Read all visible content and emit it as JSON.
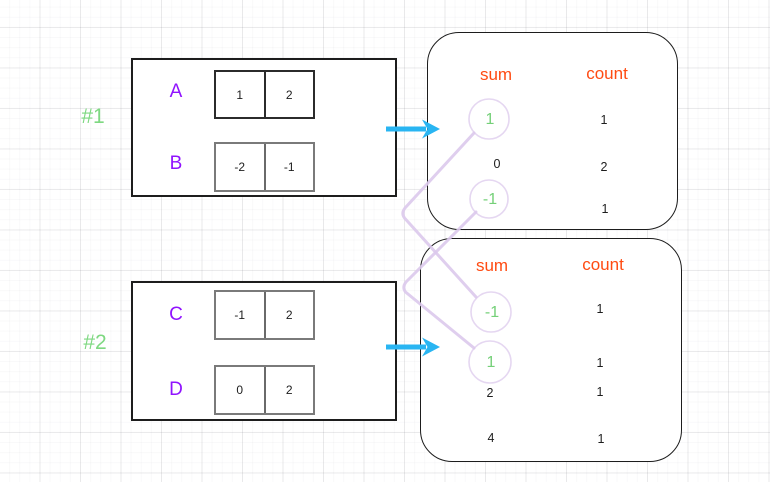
{
  "colors": {
    "label-green": "#7ed881",
    "highlight-green": "#74d078",
    "array-purple": "#9013fe",
    "header-orange": "#ff4b12",
    "arrow-cyan": "#29b5f2",
    "connector-lavender": "#dcc9ec",
    "ink-black": "#1d1d1d",
    "cell-gray": "#7a7a7a"
  },
  "example1": {
    "label": "#1",
    "arrays": [
      {
        "name": "A",
        "values": [
          "1",
          "2"
        ]
      },
      {
        "name": "B",
        "values": [
          "-2",
          "-1"
        ]
      }
    ],
    "table": {
      "sum_header": "sum",
      "count_header": "count",
      "rows": [
        {
          "sum": "1",
          "count": "1",
          "highlighted": true
        },
        {
          "sum": "0",
          "count": "2",
          "highlighted": false
        },
        {
          "sum": "-1",
          "count": "1",
          "highlighted": true
        }
      ]
    }
  },
  "example2": {
    "label": "#2",
    "arrays": [
      {
        "name": "C",
        "values": [
          "-1",
          "2"
        ]
      },
      {
        "name": "D",
        "values": [
          "0",
          "2"
        ]
      }
    ],
    "table": {
      "sum_header": "sum",
      "count_header": "count",
      "rows": [
        {
          "sum": "-1",
          "count": "1",
          "highlighted": true
        },
        {
          "sum": "1",
          "count": "1",
          "highlighted": true
        },
        {
          "sum": "2",
          "count": "1",
          "highlighted": false
        },
        {
          "sum": "4",
          "count": "1",
          "highlighted": false
        }
      ]
    }
  }
}
